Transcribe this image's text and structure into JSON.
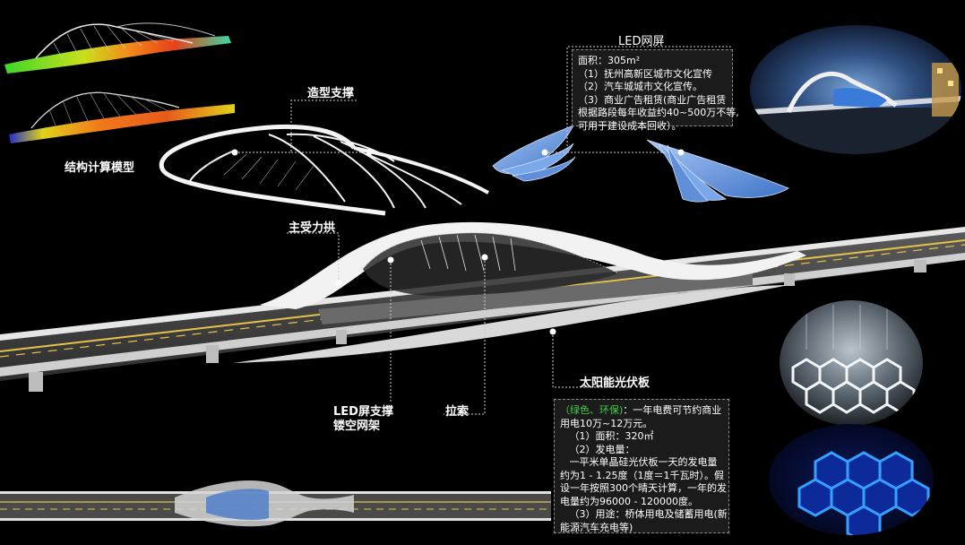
{
  "labels": {
    "structural_model": "结构计算模型",
    "shape_support": "造型支撑",
    "main_arch": "主受力拱",
    "led_support_line1": "LED屏支撑",
    "led_support_line2": "镂空网架",
    "cable": "拉索",
    "solar": "太阳能光伏板",
    "led_screen": "LED网屏"
  },
  "led_box": {
    "lines": [
      "面积：305m²",
      "（1）抚州高新区城市文化宣传",
      "（2）汽车城城市文化宣传。",
      "（3）商业广告租赁(商业广告租赁",
      "根据路段每年收益约40~500万不等,",
      "可用于建设成本回收）。"
    ]
  },
  "solar_box": {
    "green_text": "（绿色、环保)",
    "first_rest": "：一年电费可节约商业",
    "lines": [
      "用电10万~12万元。",
      "   （1）面积：320㎡",
      "   （2）发电量：",
      "   一平米单晶硅光伏板一天的发电量",
      "约为1 - 1.25度（1度＝1千瓦时）。假",
      "设一年按照300个晴天计算，一年的发",
      "电量约为96000 - 120000度。",
      "   （3）用途：桥体用电及储蓄用电(新",
      "能源汽车充电等)"
    ]
  },
  "colors": {
    "background": "#000000",
    "bridge_white": "#f2f2f2",
    "led_blue": "#6f9fe0",
    "hex_glow": "#1f6bff",
    "model_heat_red": "#e8401a",
    "model_heat_green": "#4fd82a"
  }
}
